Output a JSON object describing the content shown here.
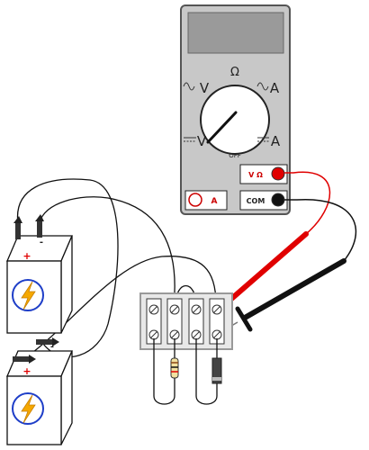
{
  "multimeter": {
    "dial": {
      "ohm": "Ω",
      "ac_volts": "V",
      "ac_amps": "A",
      "dc_volts": "V",
      "dc_amps": "A",
      "off": "OFF"
    },
    "jacks": {
      "amps": "A",
      "volt_ohm": "V Ω",
      "common": "COM"
    }
  },
  "batteries": {
    "top_terminals": {
      "positive": "+",
      "negative": "-"
    },
    "bottom_terminals": {
      "positive": "+",
      "negative": "-"
    }
  },
  "colors": {
    "red_probe": "#e00000",
    "black_probe": "#111111",
    "meter_body": "#c8c8c8",
    "lightning": "#f5a800",
    "lightning_circle": "#1e3ec8"
  }
}
